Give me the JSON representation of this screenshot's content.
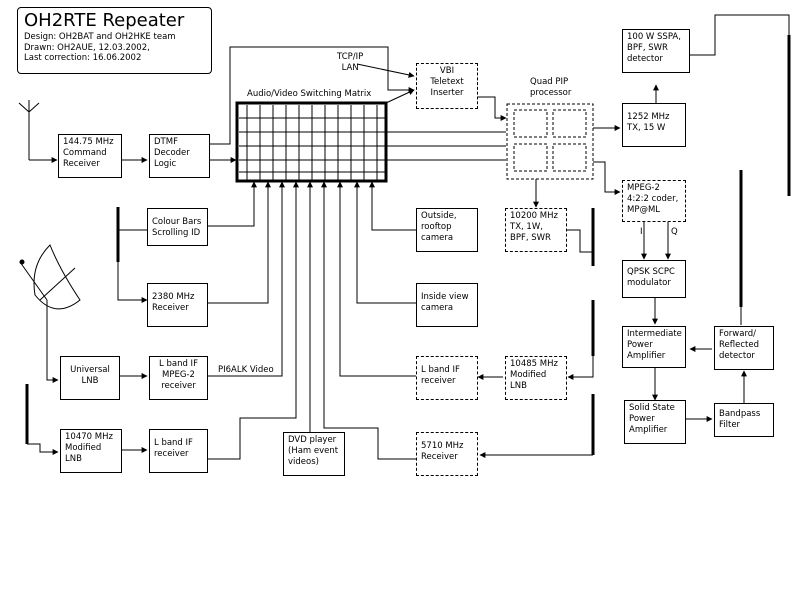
{
  "header": {
    "title": "OH2RTE Repeater",
    "credits": [
      "Design: OH2BAT and OH2HKE team",
      "Drawn: OH2AUE, 12.03.2002,",
      "Last correction: 16.06.2002"
    ]
  },
  "labels": {
    "matrix": "Audio/Video Switching Matrix",
    "tcpip": [
      "TCP/IP",
      "LAN"
    ],
    "quad_pip": [
      "Quad PIP",
      "processor"
    ],
    "pi6alk": "PI6ALK Video",
    "iq_i": "I",
    "iq_q": "Q"
  },
  "blocks": {
    "cmd_rx": [
      "144.75 MHz",
      "Command",
      "Receiver"
    ],
    "dtmf": [
      "DTMF",
      "Decoder",
      "Logic"
    ],
    "vbi": [
      "VBI",
      "Teletext",
      "Inserter"
    ],
    "pa100": [
      "100 W SSPA,",
      "BPF, SWR",
      "detector"
    ],
    "tx1252": [
      "1252 MHz",
      "TX, 15 W"
    ],
    "mpeg2": [
      "MPEG-2",
      "4:2:2 coder,",
      "MP@ML"
    ],
    "tx10200": [
      "10200 MHz",
      "TX, 1W,",
      "BPF, SWR"
    ],
    "colour_bars": [
      "Colour Bars",
      "Scrolling ID"
    ],
    "outside_cam": [
      "Outside,",
      "rooftop",
      "camera"
    ],
    "qpsk": [
      "QPSK SCPC",
      "modulator"
    ],
    "rx2380": [
      "2380 MHz",
      "Receiver"
    ],
    "inside_cam": [
      "Inside view",
      "camera"
    ],
    "if_amp": [
      "Intermediate",
      "Power",
      "Amplifier"
    ],
    "fwd_refl": [
      "Forward/",
      "Reflected",
      "detector"
    ],
    "univ_lnb": [
      "Universal",
      "LNB"
    ],
    "lband_mpeg": [
      "L band IF",
      "MPEG-2",
      "receiver"
    ],
    "lband_rx2": [
      "L band IF",
      "receiver"
    ],
    "lnb10485": [
      "10485 MHz",
      "Modified",
      "LNB"
    ],
    "ssamp": [
      "Solid State",
      "Power",
      "Amplifier"
    ],
    "bpf": [
      "Bandpass",
      "Filter"
    ],
    "lnb10470": [
      "10470 MHz",
      "Modified",
      "LNB"
    ],
    "lband_rx3": [
      "L band IF",
      "receiver"
    ],
    "dvd": [
      "DVD player",
      "(Ham event",
      "videos)"
    ],
    "rx5710": [
      "5710 MHz",
      "Receiver"
    ]
  }
}
